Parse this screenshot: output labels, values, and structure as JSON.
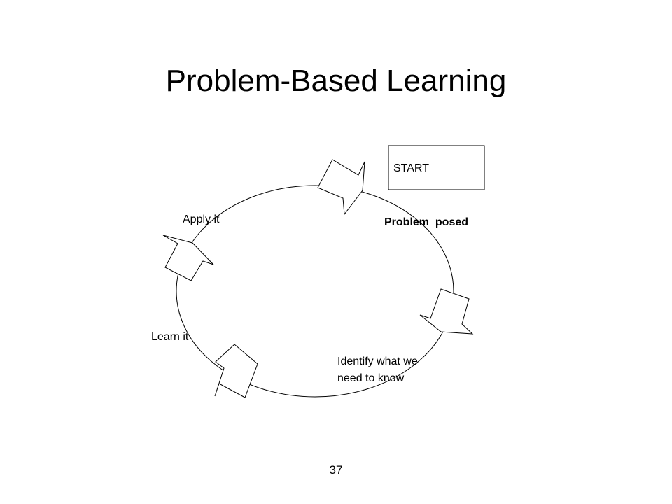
{
  "slide": {
    "title": "Problem-Based Learning",
    "page_number": "37"
  },
  "diagram": {
    "start_label": "START",
    "steps": {
      "problem_posed": "Problem  posed",
      "identify_line1": "Identify what we",
      "identify_line2": "need to know",
      "learn_it": "Learn it",
      "apply_it": "Apply it"
    },
    "stroke_color": "#000000",
    "background_color": "#ffffff"
  }
}
